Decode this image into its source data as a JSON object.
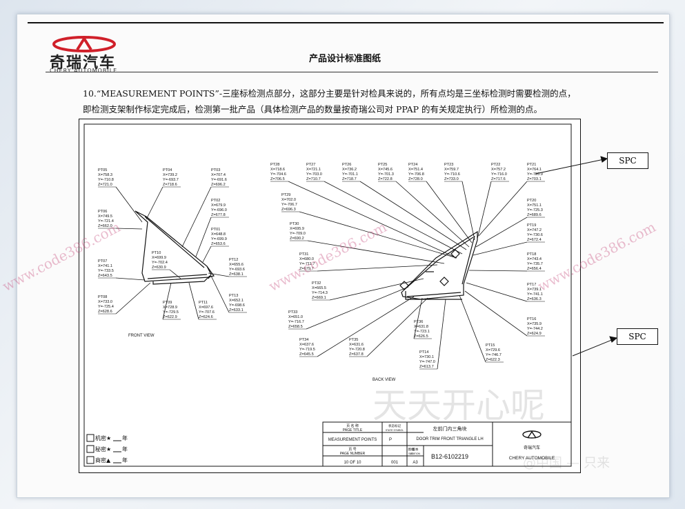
{
  "header": {
    "brand_cn": "奇瑞汽车",
    "brand_en": "CHERY AUTOMOBILE",
    "title": "产品设计标准图纸"
  },
  "paragraph": {
    "line1": "10.“MEASUREMENT POINTS”-三座标检测点部分，这部分主要是针对检具来说的，所有点均是三坐标检测时需要检测的点，",
    "line2": "即检测支架制作标定完成后，检测第一批产品（具体检测产品的数量按奇瑞公司对 PPAP 的有关规定执行）所检测的点。"
  },
  "spc_labels": [
    "SPC",
    "SPC"
  ],
  "views": {
    "front": "FRONT VIEW",
    "back": "BACK VIEW"
  },
  "points": [
    {
      "id": "PT05",
      "x": "X=758.3",
      "y": "Y=-710.8",
      "z": "Z=721.0"
    },
    {
      "id": "PT04",
      "x": "X=739.2",
      "y": "Y=-693.7",
      "z": "Z=718.6"
    },
    {
      "id": "PT03",
      "x": "X=707.4",
      "y": "Y=-691.6",
      "z": "Z=696.2"
    },
    {
      "id": "PT02",
      "x": "X=679.9",
      "y": "Y=-696.0",
      "z": "Z=677.8"
    },
    {
      "id": "PT06",
      "x": "X=749.5",
      "y": "Y=-721.4",
      "z": "Z=662.0"
    },
    {
      "id": "PT01",
      "x": "X=648.8",
      "y": "Y=-699.9",
      "z": "Z=653.6"
    },
    {
      "id": "PT10",
      "x": "X=699.9",
      "y": "Y=-702.4",
      "z": "Z=630.9"
    },
    {
      "id": "PT07",
      "x": "X=741.1",
      "y": "Y=-733.5",
      "z": "Z=643.5"
    },
    {
      "id": "PT12",
      "x": "X=655.6",
      "y": "Y=-693.6",
      "z": "Z=638.1"
    },
    {
      "id": "PT13",
      "x": "X=652.1",
      "y": "Y=-698.6",
      "z": "Z=633.1"
    },
    {
      "id": "PT08",
      "x": "X=733.0",
      "y": "Y=-725.4",
      "z": "Z=628.6"
    },
    {
      "id": "PT09",
      "x": "X=728.9",
      "y": "Y=-729.5",
      "z": "Z=622.9"
    },
    {
      "id": "PT11",
      "x": "X=697.6",
      "y": "Y=-707.6",
      "z": "Z=624.6"
    },
    {
      "id": "PT28",
      "x": "X=718.6",
      "y": "Y=-704.6",
      "z": "Z=706.5"
    },
    {
      "id": "PT27",
      "x": "X=721.1",
      "y": "Y=-703.0",
      "z": "Z=710.7"
    },
    {
      "id": "PT26",
      "x": "X=736.2",
      "y": "Y=-701.1",
      "z": "Z=718.7"
    },
    {
      "id": "PT25",
      "x": "X=745.6",
      "y": "Y=-701.3",
      "z": "Z=722.8"
    },
    {
      "id": "PT24",
      "x": "X=751.4",
      "y": "Y=-706.8",
      "z": "Z=728.0"
    },
    {
      "id": "PT23",
      "x": "X=759.7",
      "y": "Y=-710.6",
      "z": "Z=733.0"
    },
    {
      "id": "PT22",
      "x": "X=757.2",
      "y": "Y=-716.0",
      "z": "Z=717.6"
    },
    {
      "id": "PT21",
      "x": "X=764.1",
      "y": "Y=-720.9",
      "z": "Z=703.1"
    },
    {
      "id": "PT29",
      "x": "X=702.0",
      "y": "Y=-706.7",
      "z": "Z=696.3"
    },
    {
      "id": "PT20",
      "x": "X=751.1",
      "y": "Y=-725.3",
      "z": "Z=689.6"
    },
    {
      "id": "PT30",
      "x": "X=695.9",
      "y": "Y=-709.0",
      "z": "Z=690.2"
    },
    {
      "id": "PT19",
      "x": "X=747.2",
      "y": "Y=-730.6",
      "z": "Z=672.4"
    },
    {
      "id": "PT31",
      "x": "X=680.0",
      "y": "Y=-711.7",
      "z": "Z=679.7"
    },
    {
      "id": "PT18",
      "x": "X=743.4",
      "y": "Y=-735.7",
      "z": "Z=656.4"
    },
    {
      "id": "PT32",
      "x": "X=665.5",
      "y": "Y=-714.3",
      "z": "Z=669.1"
    },
    {
      "id": "PT17",
      "x": "X=739.1",
      "y": "Y=-741.1",
      "z": "Z=636.3"
    },
    {
      "id": "PT33",
      "x": "X=651.0",
      "y": "Y=-716.7",
      "z": "Z=658.5"
    },
    {
      "id": "PT36",
      "x": "X=631.8",
      "y": "Y=-723.1",
      "z": "Z=626.5"
    },
    {
      "id": "PT16",
      "x": "X=735.9",
      "y": "Y=-744.2",
      "z": "Z=624.9"
    },
    {
      "id": "PT34",
      "x": "X=637.6",
      "y": "Y=-719.5",
      "z": "Z=645.5"
    },
    {
      "id": "PT35",
      "x": "X=631.6",
      "y": "Y=-720.8",
      "z": "Z=637.8"
    },
    {
      "id": "PT15",
      "x": "X=729.6",
      "y": "Y=-746.7",
      "z": "Z=622.3"
    },
    {
      "id": "PT14",
      "x": "X=730.1",
      "y": "Y=-747.0",
      "z": "Z=613.7"
    }
  ],
  "security": [
    {
      "label": "机密★",
      "suffix": "年"
    },
    {
      "label": "秘密★",
      "suffix": "年"
    },
    {
      "label": "商密▲",
      "suffix": "年"
    }
  ],
  "title_block": {
    "page_title_cn": "页 名 称",
    "page_title_en": "PAGE TITLE",
    "state_symbol_cn": "状态标记",
    "state_symbol_en": "STATE SYMBOL",
    "page_title_value": "MEASUREMENT POINTS",
    "state_value": "P",
    "page_number_cn": "页 号",
    "page_number_en": "PAGE NUMBER",
    "edition_cn": "版本",
    "edition_en": "EDITION",
    "size_cn": "图幅",
    "size_en": "SIZE",
    "page_number_value": "10  OF 10",
    "edition_value": "001",
    "size_value": "A3",
    "part_name_cn": "左前门内三角块",
    "part_name_en": "DOOR TRIM FRONT TRIANGLE LH",
    "part_number": "B12-6102219",
    "company_cn": "奇瑞汽车",
    "company_en": "CHERY AUTOMOBILE"
  },
  "watermarks": [
    "www.code386.com",
    "www.code386.com",
    "www.code386.com",
    "天天开心呢",
    "@中国 — 只来"
  ]
}
